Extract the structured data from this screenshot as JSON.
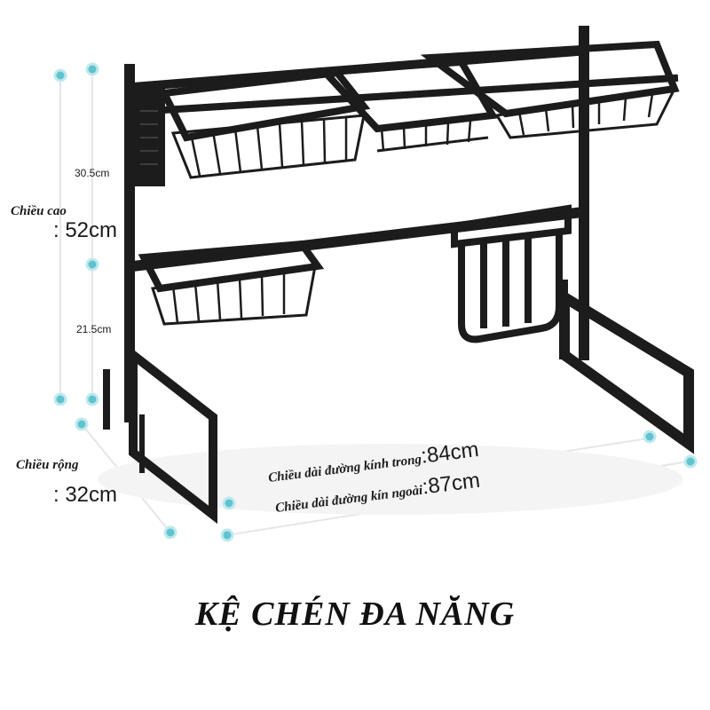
{
  "dimensions": {
    "height_label": "Chiều cao",
    "height_value": ": 52cm",
    "upper_gap": "30.5cm",
    "lower_gap": "21.5cm",
    "width_label": "Chiều rộng",
    "width_value": ": 32cm",
    "inner_length_label": "Chiều dài đường kính trong",
    "inner_length_value": ":84cm",
    "outer_length_label": "Chiều dài đường kín ngoài",
    "outer_length_value": ":87cm"
  },
  "title": "KỆ CHÉN ĐA NĂNG",
  "colors": {
    "frame": "#1c1c1c",
    "marker": "#5ec4cf",
    "guide": "#e2e2e2"
  }
}
